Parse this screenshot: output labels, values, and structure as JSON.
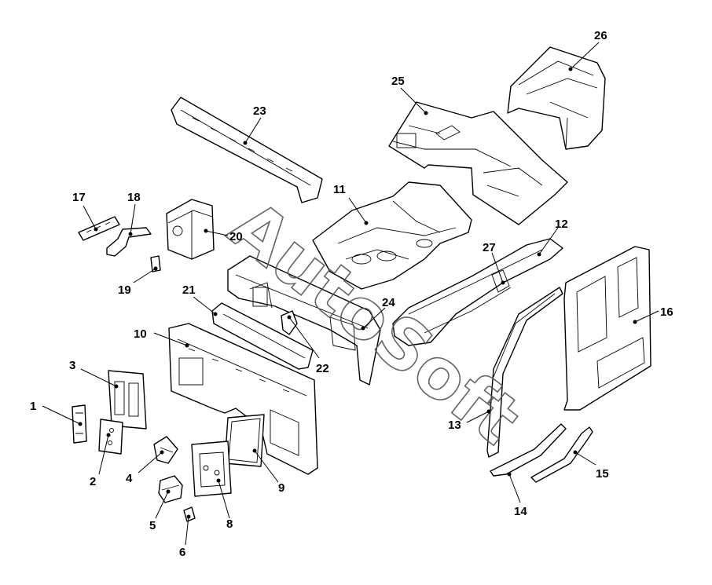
{
  "watermark": "AutoSoft",
  "callouts": [
    "1",
    "2",
    "3",
    "4",
    "5",
    "6",
    "8",
    "9",
    "10",
    "11",
    "12",
    "13",
    "14",
    "15",
    "16",
    "17",
    "18",
    "19",
    "20",
    "21",
    "22",
    "23",
    "24",
    "25",
    "26",
    "27"
  ]
}
